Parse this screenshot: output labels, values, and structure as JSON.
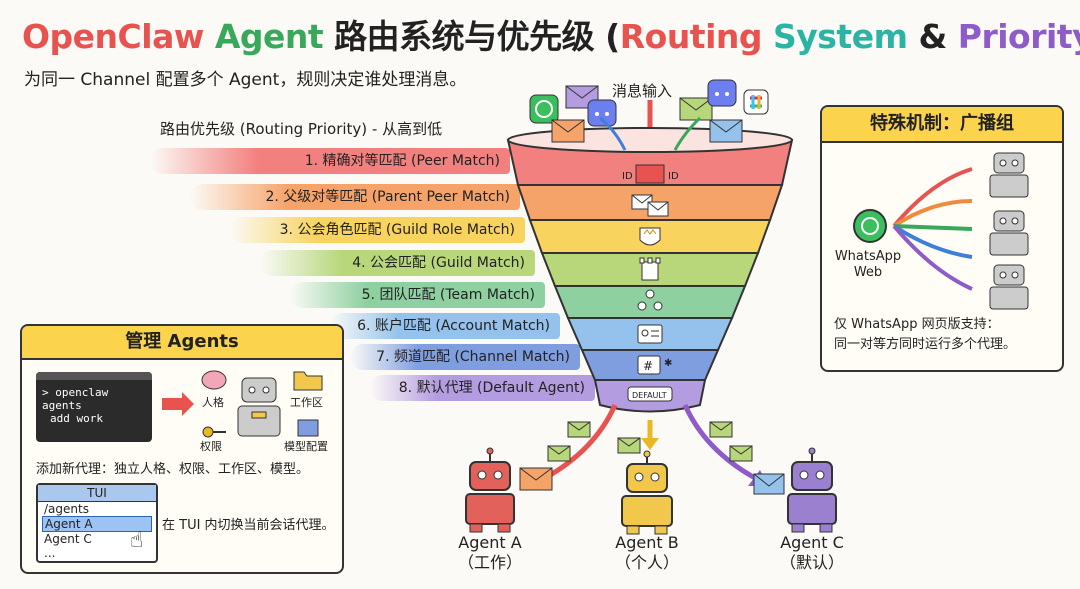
{
  "title": {
    "part1": "OpenClaw",
    "part2": "Agent",
    "part3": "路由系统与优先级 (",
    "part4": "Routing",
    "part5": "System",
    "part6": "&",
    "part7": "Priority",
    "part8": ")"
  },
  "subtitle": "为同一 Channel 配置多个 Agent，规则决定谁处理消息。",
  "input_label": "消息输入",
  "priority": {
    "heading": "路由优先级 (Routing Priority) - 从高到低",
    "levels": [
      {
        "label": "1. 精确对等匹配 (Peer Match)",
        "color": "#f2807e",
        "icon": "id-puzzle-icon",
        "icon_text": "ID"
      },
      {
        "label": "2. 父级对等匹配 (Parent Peer Match)",
        "color": "#f6a36a",
        "icon": "envelopes-icon"
      },
      {
        "label": "3. 公会角色匹配 (Guild Role Match)",
        "color": "#f8d35e",
        "icon": "crown-shield-icon"
      },
      {
        "label": "4. 公会匹配 (Guild Match)",
        "color": "#b7d77a",
        "icon": "castle-icon"
      },
      {
        "label": "5. 团队匹配 (Team Match)",
        "color": "#8fd0a0",
        "icon": "team-icon"
      },
      {
        "label": "6. 账户匹配 (Account Match)",
        "color": "#94c2ec",
        "icon": "id-card-icon"
      },
      {
        "label": "7. 频道匹配 (Channel Match)",
        "color": "#7f9ee0",
        "icon": "tv-hash-icon"
      },
      {
        "label": "8. 默认代理 (Default Agent)",
        "color": "#b49ce0",
        "icon": "default-stamp-icon",
        "icon_text": "DEFAULT"
      }
    ]
  },
  "manage": {
    "title": "管理 Agents",
    "terminal_lines": [
      "> openclaw agents",
      "add work"
    ],
    "labels": {
      "persona": "人格",
      "workspace": "工作区",
      "permissions": "权限",
      "model_config": "模型配置"
    },
    "add_desc": "添加新代理：独立人格、权限、工作区、模型。",
    "tui": {
      "title": "TUI",
      "rows": [
        "/agents",
        "Agent A",
        "Agent C",
        "..."
      ],
      "selected": "Agent A"
    },
    "switch_desc": "在 TUI 内切换当前会话代理。"
  },
  "broadcast": {
    "title": "特殊机制：广播组",
    "source": "WhatsApp Web",
    "source_line1": "WhatsApp",
    "source_line2": "Web",
    "note_line1": "仅 WhatsApp 网页版支持：",
    "note_line2": "同一对等方同时运行多个代理。"
  },
  "agents": [
    {
      "name": "Agent A",
      "role": "（工作）",
      "color": "#e2625b"
    },
    {
      "name": "Agent B",
      "role": "（个人）",
      "color": "#f1c84b"
    },
    {
      "name": "Agent C",
      "role": "（默认）",
      "color": "#9a80cf"
    }
  ],
  "colors": {
    "red": "#e8524f",
    "orange": "#f08a3c",
    "yellow": "#e8b825",
    "green": "#39a85a",
    "teal": "#2bb3a3",
    "blue": "#3d7fd9",
    "purple": "#8e5cc9",
    "panel_head": "#fbd34d"
  }
}
